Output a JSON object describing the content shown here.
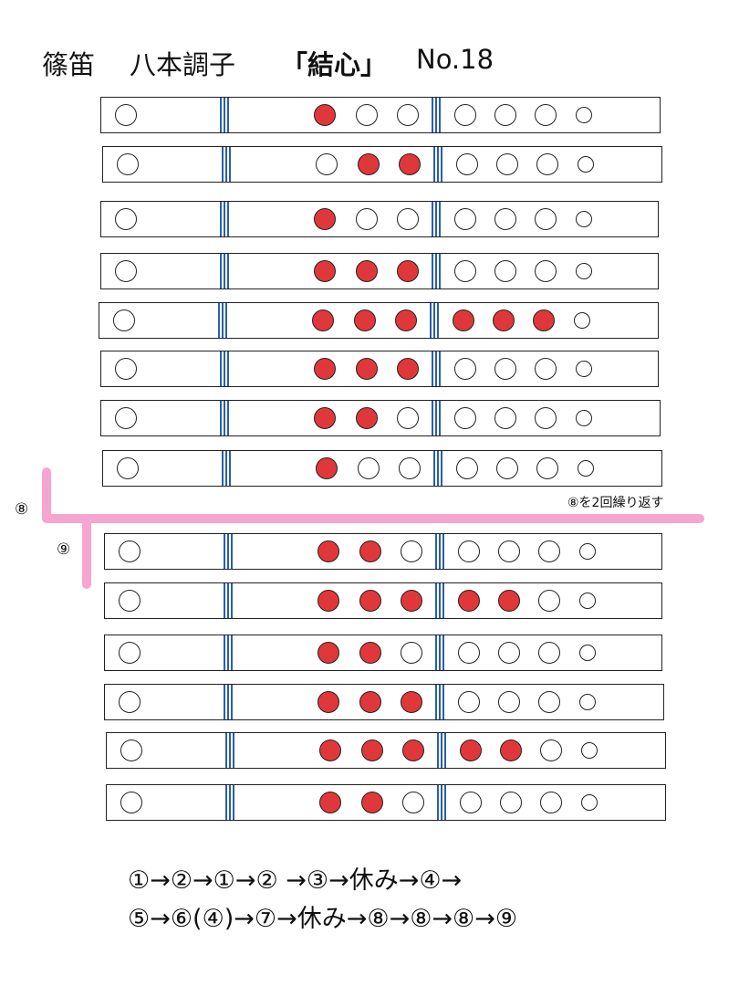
{
  "header": {
    "instrument": "篠笛",
    "key": "八本調子",
    "song": "「結心」",
    "number": "No.18"
  },
  "colors": {
    "closed_hole": "#e0383a",
    "binding": "#2a5fa8",
    "repeat_bracket": "#f6a5d0"
  },
  "fingering_rows": [
    [
      0,
      1,
      0,
      0,
      0,
      0,
      0,
      0
    ],
    [
      0,
      0,
      1,
      1,
      0,
      0,
      0,
      0
    ],
    [
      0,
      1,
      0,
      0,
      0,
      0,
      0,
      0
    ],
    [
      0,
      1,
      1,
      1,
      0,
      0,
      0,
      0
    ],
    [
      0,
      1,
      1,
      1,
      1,
      1,
      1,
      0
    ],
    [
      0,
      1,
      1,
      1,
      0,
      0,
      0,
      0
    ],
    [
      0,
      1,
      1,
      0,
      0,
      0,
      0,
      0
    ],
    [
      0,
      1,
      0,
      0,
      0,
      0,
      0,
      0
    ],
    [
      0,
      1,
      1,
      0,
      0,
      0,
      0,
      0
    ],
    [
      0,
      1,
      1,
      1,
      1,
      1,
      0,
      0
    ],
    [
      0,
      1,
      1,
      0,
      0,
      0,
      0,
      0
    ],
    [
      0,
      1,
      1,
      1,
      0,
      0,
      0,
      0
    ],
    [
      0,
      1,
      1,
      1,
      1,
      1,
      0,
      0
    ],
    [
      0,
      1,
      1,
      0,
      0,
      0,
      0,
      0
    ]
  ],
  "markers": {
    "section_8": "⑧",
    "section_9": "⑨"
  },
  "repeat_note": "⑧を2回繰り返す",
  "sequence": {
    "line1": "①→②→①→② →③→休み→④→",
    "line2": "⑤→⑥(④)→⑦→休み→⑧→⑧→⑧→⑨"
  }
}
